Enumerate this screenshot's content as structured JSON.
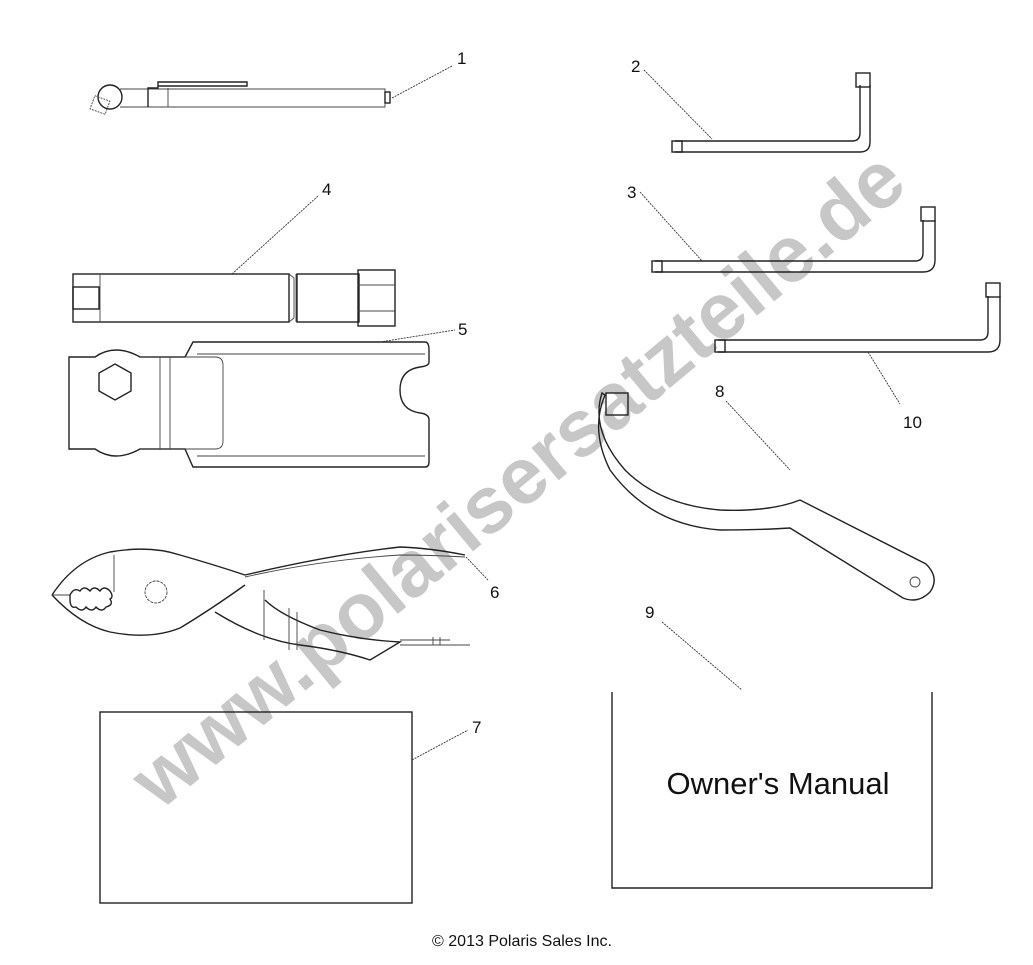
{
  "callouts": {
    "c1": "1",
    "c2": "2",
    "c3": "3",
    "c4": "4",
    "c5": "5",
    "c6": "6",
    "c7": "7",
    "c8": "8",
    "c9": "9",
    "c10": "10"
  },
  "manual_text": "Owner's Manual",
  "copyright": "© 2013 Polaris Sales Inc.",
  "watermark": "www.polarisersatzteile.de"
}
